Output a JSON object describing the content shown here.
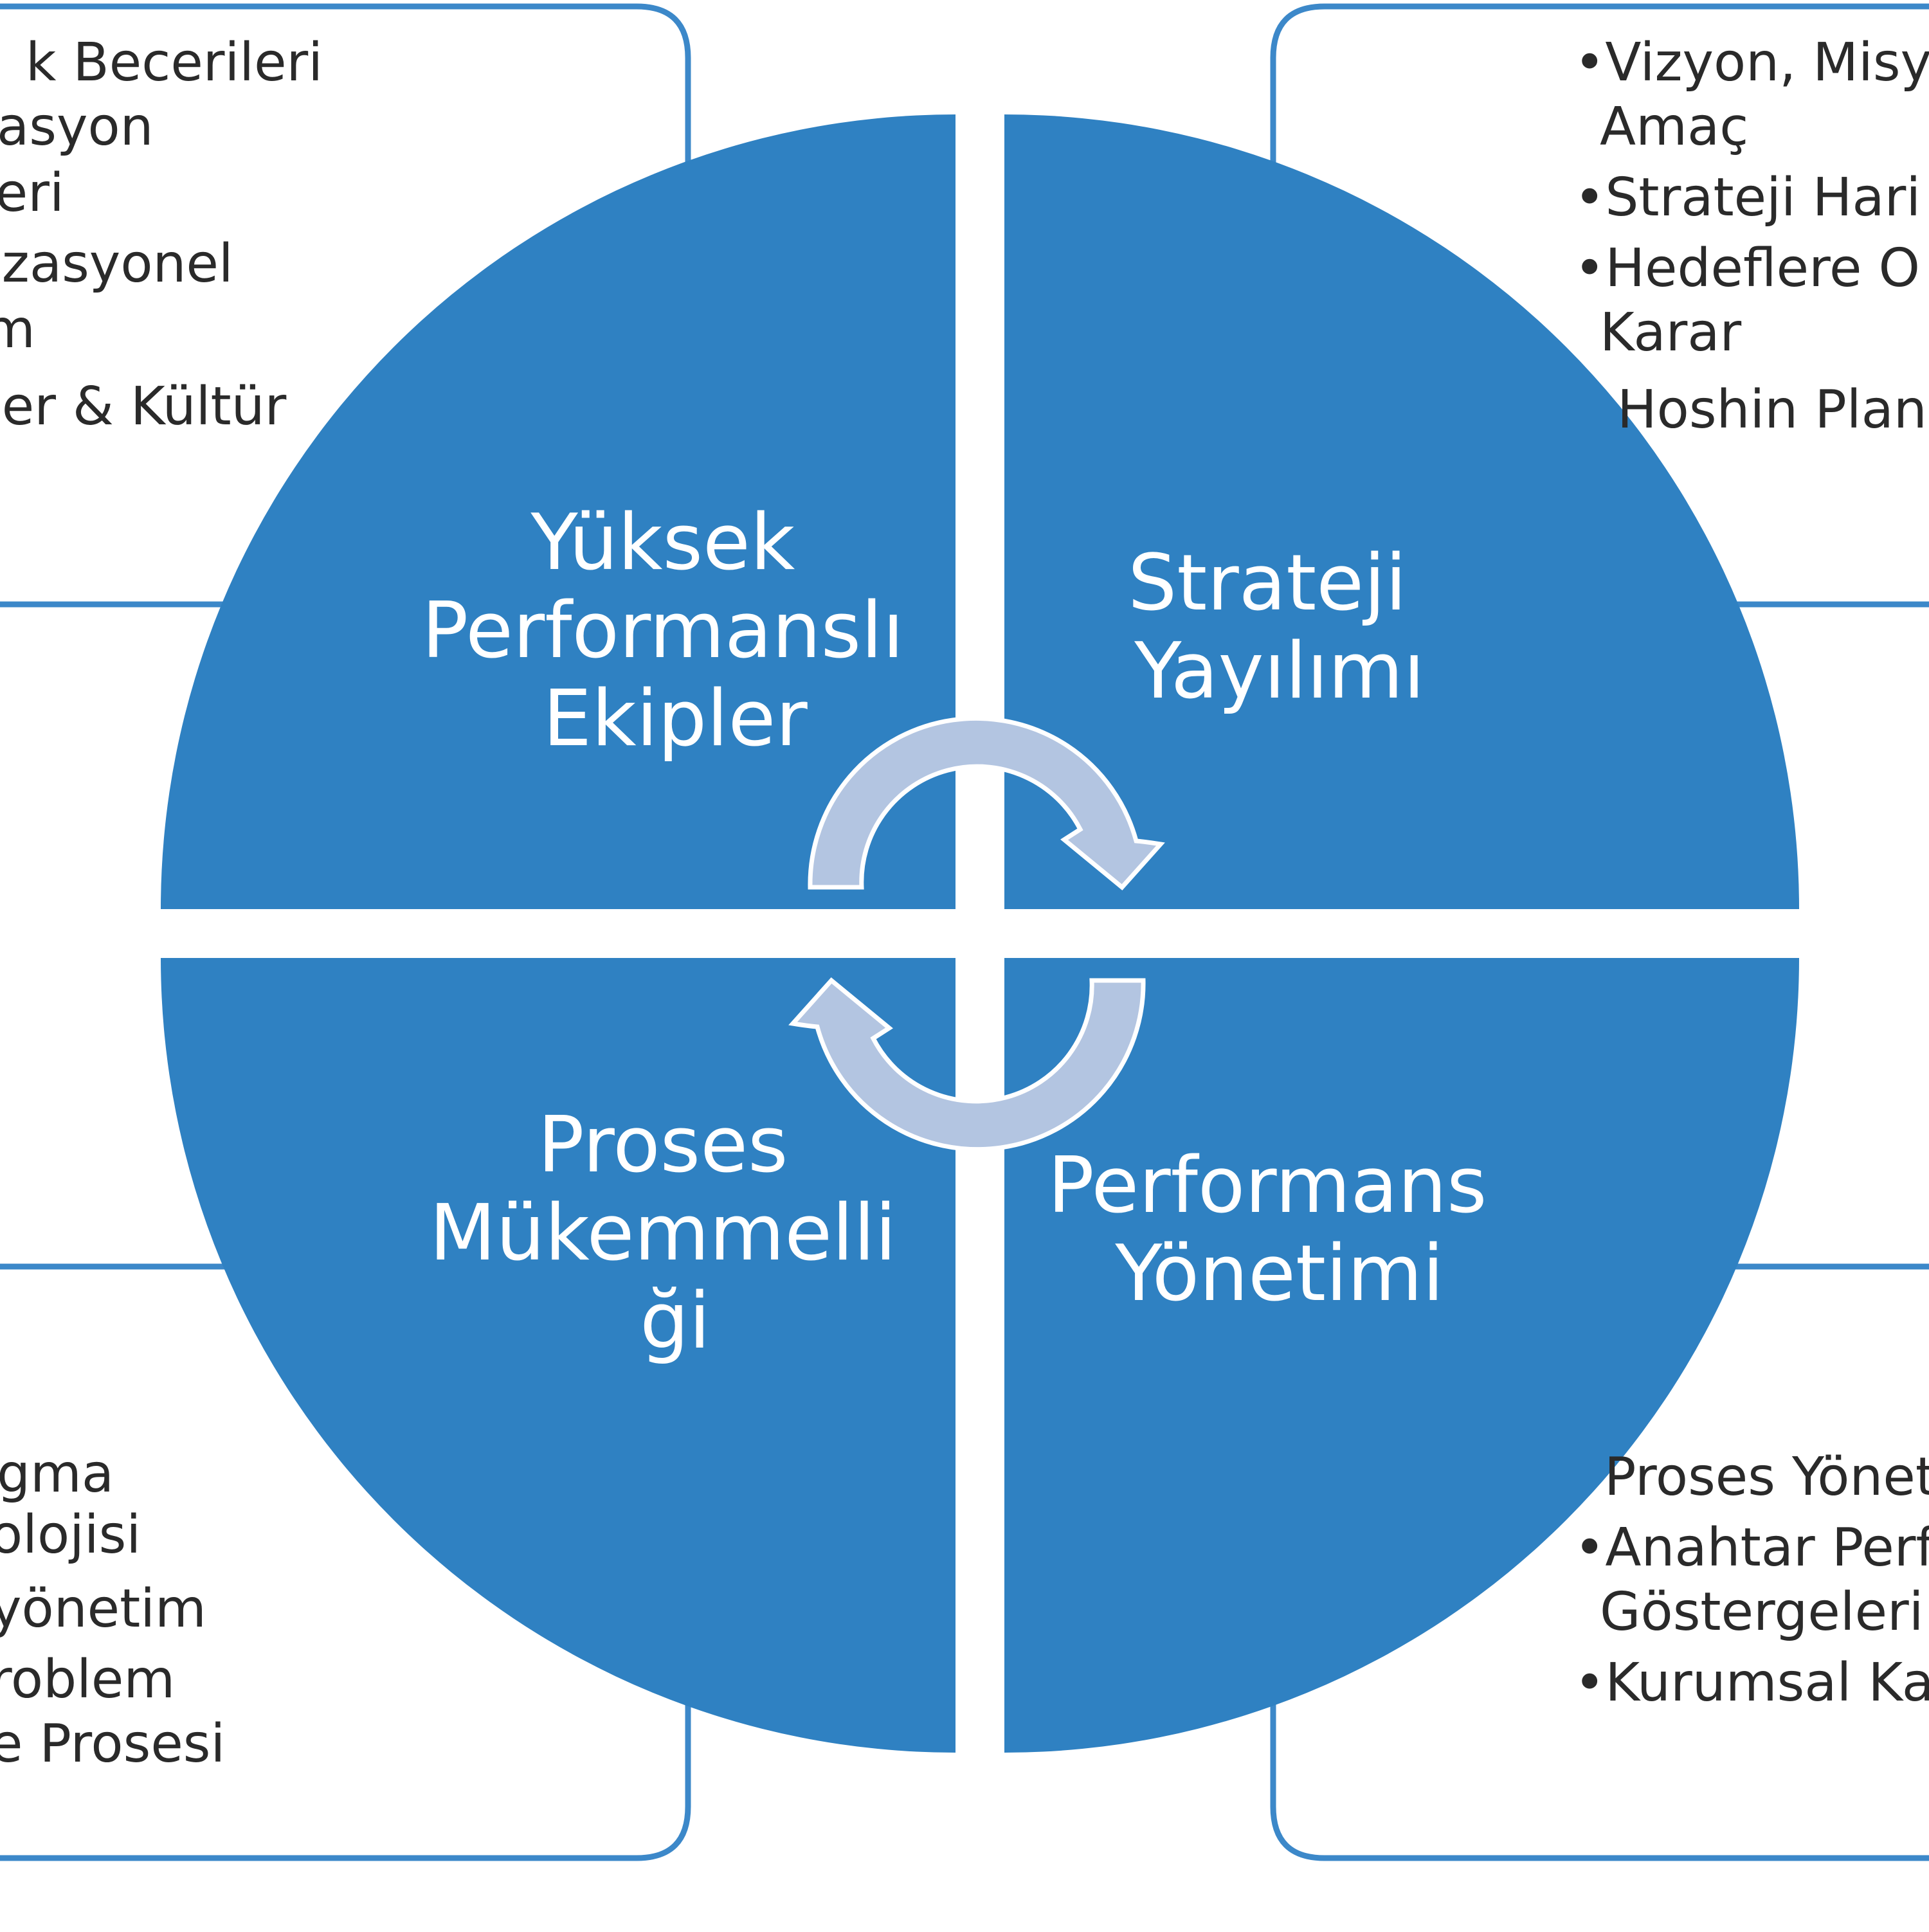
{
  "colors": {
    "quadrant_fill": "#2F81C2",
    "box_stroke": "#3C88C9",
    "arrow_fill": "#B3C5E1",
    "arrow_stroke": "#ffffff",
    "label_text": "#ffffff",
    "list_text": "#2a2a2a",
    "background": "#ffffff"
  },
  "icons": {
    "cycle_arrows": "curved-arrow-icon"
  },
  "quadrants": {
    "top_left": {
      "lines": [
        "Yüksek",
        "Performanslı",
        "Ekipler"
      ]
    },
    "top_right": {
      "lines": [
        "Strateji",
        "Yayılımı"
      ]
    },
    "bottom_left": {
      "lines": [
        "Proses",
        "Mükemmelli",
        "ği"
      ]
    },
    "bottom_right": {
      "lines": [
        "Performans",
        "Yönetimi"
      ]
    }
  },
  "boxes": {
    "top_left": {
      "lines": [
        "k Becerileri",
        "asyon",
        "leri",
        "izasyonel",
        "m",
        "ler & Kültür"
      ]
    },
    "top_right": {
      "lines": [
        "•Vizyon, Misy",
        "Amaç",
        "•Strateji Hari",
        "•Hedeflere O",
        "Karar",
        "Hoshin Planl"
      ]
    },
    "bottom_left": {
      "lines": [
        "gma",
        "olojisi",
        "yönetim",
        "roblem",
        "e Prosesi"
      ]
    },
    "bottom_right": {
      "lines": [
        "Proses Yönet",
        "•Anahtar Perf",
        "Göstergeleri",
        "•Kurumsal Ka"
      ]
    }
  }
}
